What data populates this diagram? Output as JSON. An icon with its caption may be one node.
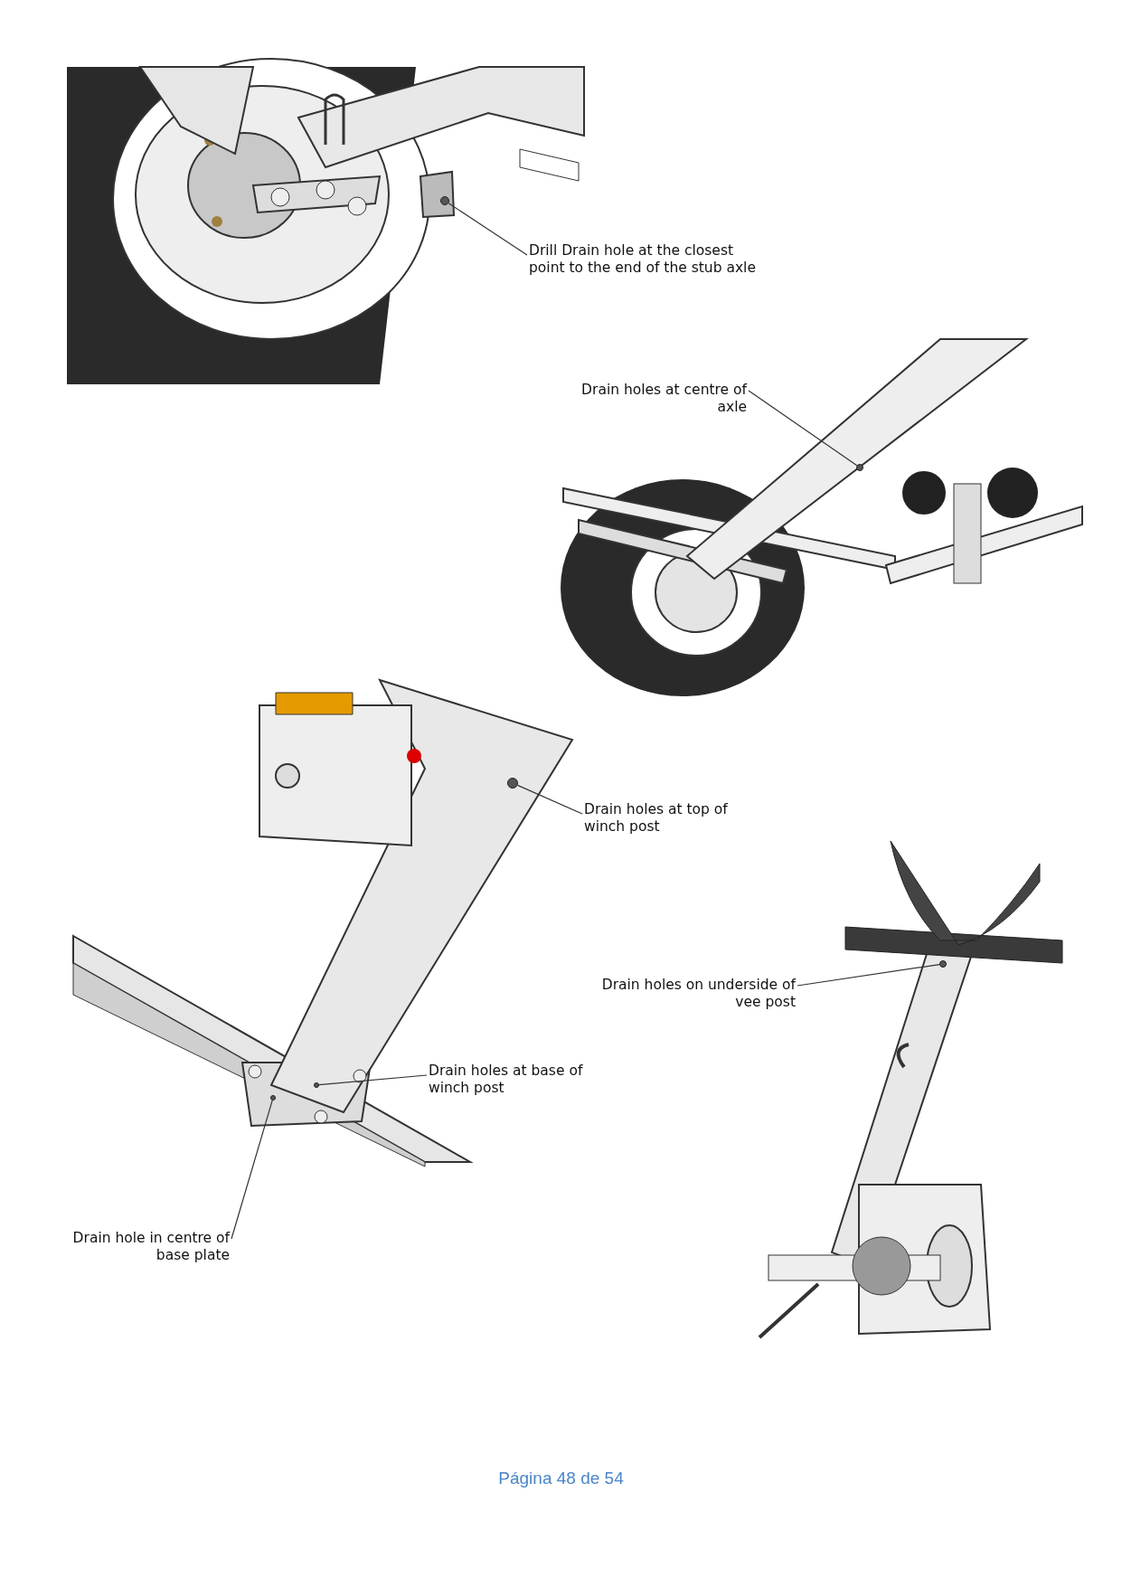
{
  "diagram": {
    "nodes": [
      {
        "text": [
          "Drill Drain hole at the closest point to the end of the stub axle"
        ]
      },
      {
        "text": [],
        "shape": "circle"
      },
      {
        "text": [
          "Drain holes at centre of axle"
        ]
      },
      {
        "text": [],
        "shape": "circle"
      },
      {
        "text": [
          "Drain holes at top of winch post"
        ]
      },
      {
        "text": [],
        "shape": "circle"
      },
      {
        "text": [
          "Drain holes on underside of vee post"
        ]
      },
      {
        "text": [],
        "shape": "circle"
      },
      {
        "text": [
          "Drain holes at base of winch post"
        ]
      },
      {
        "text": [],
        "shape": "circle"
      },
      {
        "text": [
          "Drain hole in centre of base plate"
        ]
      },
      {
        "text": [],
        "shape": "circle"
      }
    ],
    "edges": [
      {
        "from": 0,
        "to": 1,
        "arrow": "none"
      },
      {
        "from": 2,
        "to": 3,
        "arrow": "none"
      },
      {
        "from": 4,
        "to": 5,
        "arrow": "none"
      },
      {
        "from": 6,
        "to": 7,
        "arrow": "none"
      },
      {
        "from": 8,
        "to": 9,
        "arrow": "none"
      },
      {
        "from": 10,
        "to": 11,
        "arrow": "none"
      }
    ],
    "labels": [
      "Página 48 de 54"
    ]
  }
}
